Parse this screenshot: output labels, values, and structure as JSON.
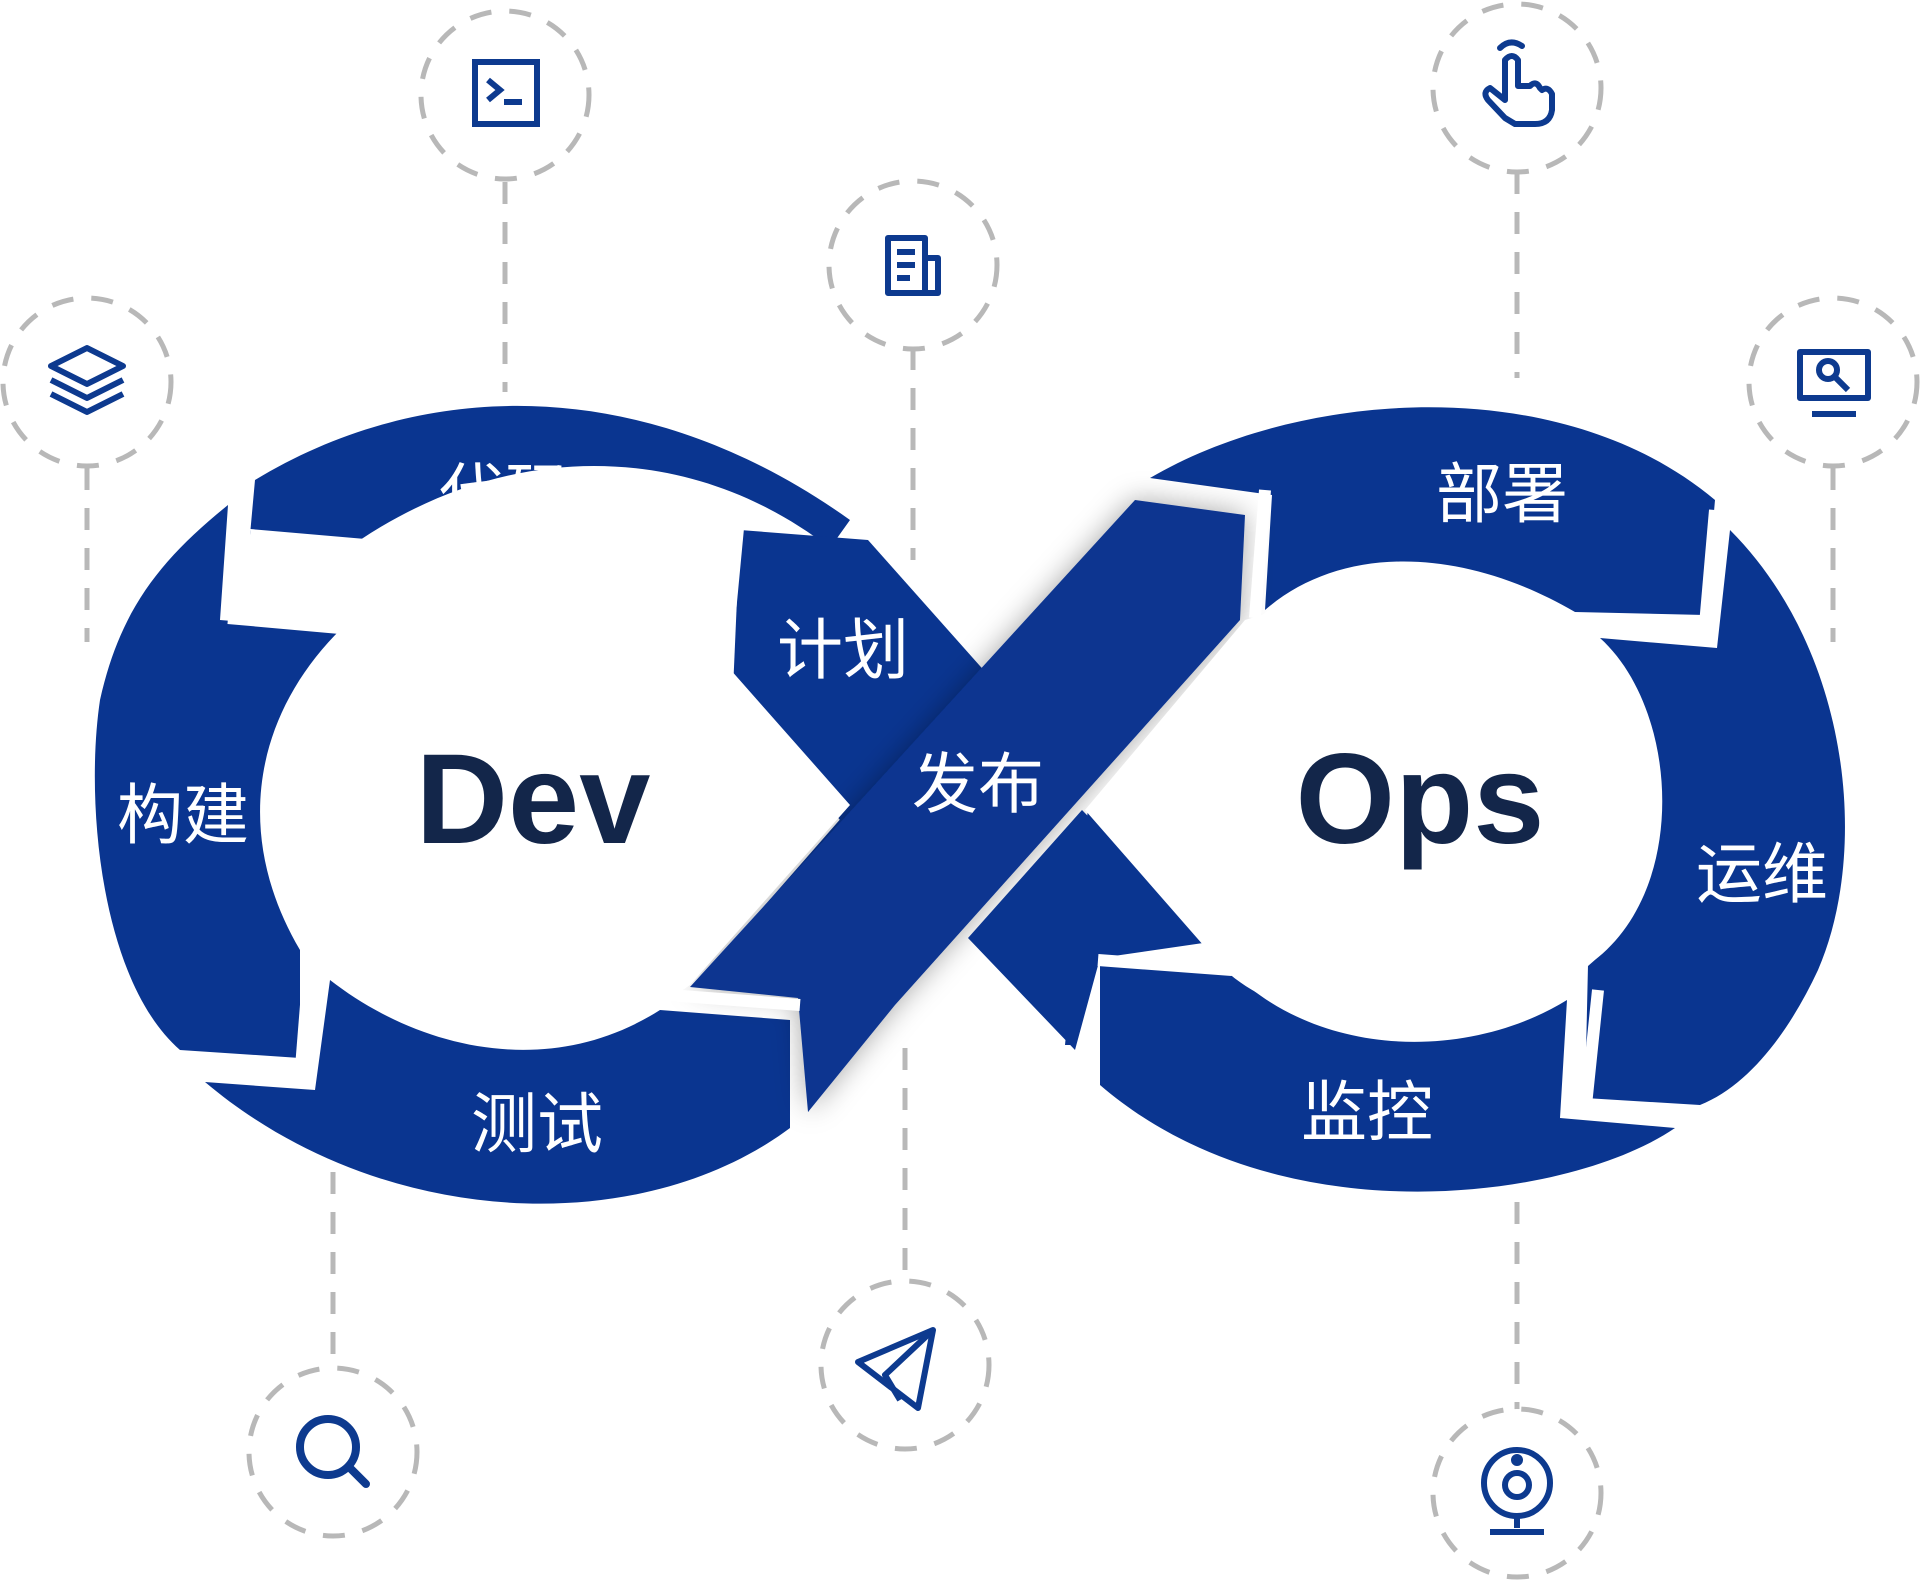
{
  "center": {
    "left": "Dev",
    "right": "Ops"
  },
  "stages": {
    "code": "代码",
    "plan": "计划",
    "build": "构建",
    "test": "测试",
    "release": "发布",
    "deploy": "部署",
    "operate": "运维",
    "monitor": "监控"
  },
  "icons": {
    "code": "terminal-icon",
    "plan": "document-icon",
    "build": "layers-icon",
    "test": "search-icon",
    "release": "paper-plane-icon",
    "deploy": "pointer-hand-icon",
    "operate": "monitor-wrench-icon",
    "monitor": "webcam-icon"
  },
  "colors": {
    "loop": "#0a3590",
    "icon": "#0d3a8f",
    "dashes": "#b8b8b8",
    "core_text": "#13264a",
    "stage_text": "#ffffff"
  }
}
